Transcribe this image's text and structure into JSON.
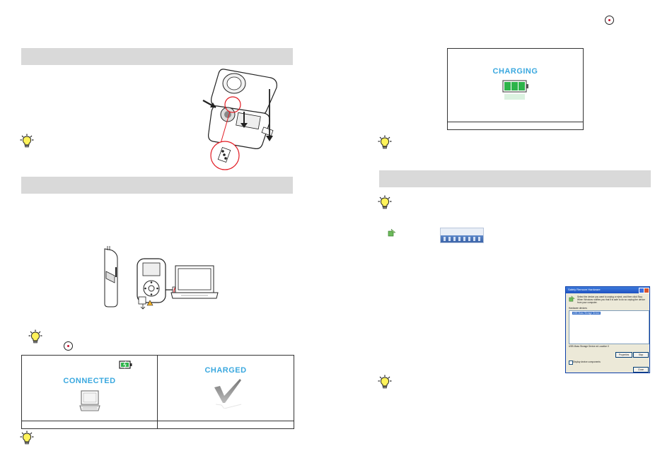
{
  "panels": {
    "connected": {
      "label": "CONNECTED"
    },
    "charged": {
      "label": "CHARGED"
    },
    "charging": {
      "label": "CHARGING"
    }
  },
  "device_manager_dialog": {
    "title": "Safely Remove Hardware",
    "instructions": "Select the device you want to unplug or eject, and then click Stop. When Windows notifies you that it is safe to do so unplug the device from your computer.",
    "list_label": "Hardware devices:",
    "selected_device": "USB Mass Storage Device",
    "location_text": "USB Mass Storage Device at Location 0",
    "properties_button": "Properties",
    "stop_button": "Stop",
    "display_checkbox_label": "Display device components",
    "close_button": "Close"
  },
  "colors": {
    "section_bar": "#d9d9d9",
    "label_blue": "#3aa8df",
    "battery_green": "#2db34a",
    "lens_red": "#e21b23",
    "power_red": "#c8102e"
  },
  "icons": {
    "tip": "lightbulb-icon",
    "power": "power-button-icon",
    "battery": "battery-icon",
    "computer": "computer-icon",
    "checkmark": "checkmark-icon",
    "safe_remove": "safely-remove-hardware-icon"
  }
}
